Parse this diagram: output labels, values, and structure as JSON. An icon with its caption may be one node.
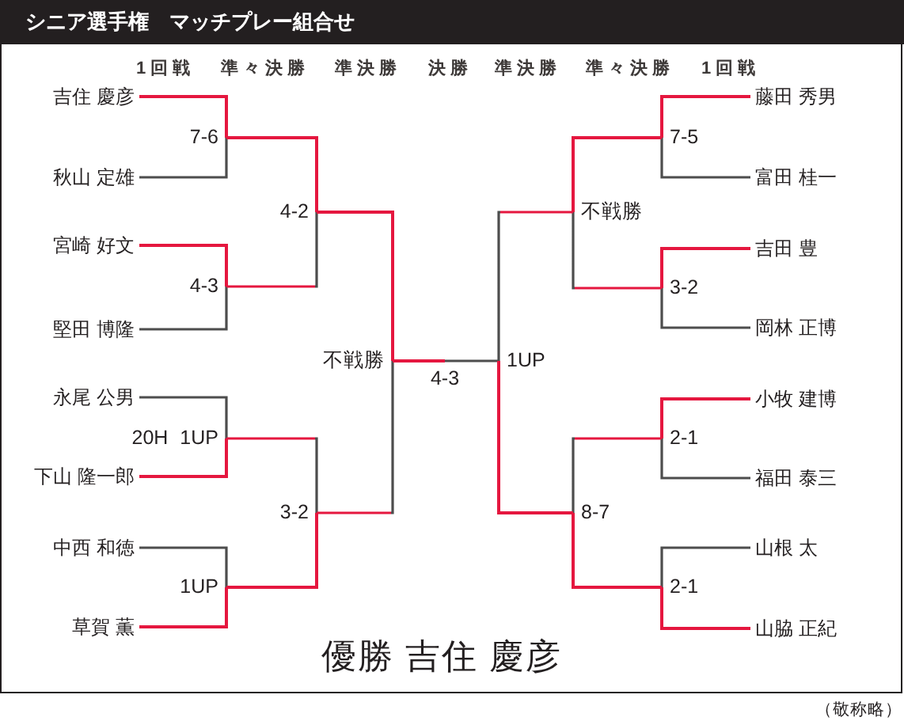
{
  "diagram": {
    "title": "シニア選手権　マッチプレー組合せ",
    "nodes": [
      {
        "text": [
          "吉住 慶彦"
        ]
      },
      {
        "text": [
          "秋山 定雄"
        ]
      },
      {
        "text": [
          "宮崎 好文"
        ]
      },
      {
        "text": [
          "堅田 博隆"
        ]
      },
      {
        "text": [
          "永尾 公男"
        ]
      },
      {
        "text": [
          "下山 隆一郎"
        ]
      },
      {
        "text": [
          "中西 和徳"
        ]
      },
      {
        "text": [
          "草賀 薫"
        ]
      },
      {
        "text": [
          "藤田 秀男"
        ]
      },
      {
        "text": [
          "富田 桂一"
        ]
      },
      {
        "text": [
          "吉田 豊"
        ]
      },
      {
        "text": [
          "岡林 正博"
        ]
      },
      {
        "text": [
          "小牧 建博"
        ]
      },
      {
        "text": [
          "福田 泰三"
        ]
      },
      {
        "text": [
          "山根 太"
        ]
      },
      {
        "text": [
          "山脇 正紀"
        ]
      },
      {
        "text": [
          "7-6"
        ]
      },
      {
        "text": [
          "4-3"
        ]
      },
      {
        "text": [
          "20H 1UP"
        ]
      },
      {
        "text": [
          "1UP"
        ]
      },
      {
        "text": [
          "4-2"
        ]
      },
      {
        "text": [
          "3-2"
        ]
      },
      {
        "text": [
          "不戦勝"
        ]
      },
      {
        "text": [
          "4-3"
        ]
      },
      {
        "text": [
          "1UP"
        ]
      },
      {
        "text": [
          "不戦勝"
        ]
      },
      {
        "text": [
          "8-7"
        ]
      },
      {
        "text": [
          "7-5"
        ]
      },
      {
        "text": [
          "3-2"
        ]
      },
      {
        "text": [
          "2-1"
        ]
      },
      {
        "text": [
          "2-1"
        ]
      }
    ],
    "edges": [
      {
        "from": 0,
        "to": 16,
        "arrow": "none",
        "color": "#e5173f"
      },
      {
        "from": 1,
        "to": 16,
        "arrow": "none",
        "color": "#4d4d4d"
      },
      {
        "from": 2,
        "to": 17,
        "arrow": "none",
        "color": "#e5173f"
      },
      {
        "from": 3,
        "to": 17,
        "arrow": "none",
        "color": "#4d4d4d"
      },
      {
        "from": 4,
        "to": 18,
        "arrow": "none",
        "color": "#4d4d4d"
      },
      {
        "from": 5,
        "to": 18,
        "arrow": "none",
        "color": "#e5173f"
      },
      {
        "from": 6,
        "to": 19,
        "arrow": "none",
        "color": "#4d4d4d"
      },
      {
        "from": 7,
        "to": 19,
        "arrow": "none",
        "color": "#e5173f"
      },
      {
        "from": 16,
        "to": 20,
        "arrow": "none",
        "color": "#e5173f"
      },
      {
        "from": 17,
        "to": 20,
        "arrow": "none",
        "color": "#4d4d4d"
      },
      {
        "from": 18,
        "to": 21,
        "arrow": "none",
        "color": "#4d4d4d"
      },
      {
        "from": 19,
        "to": 21,
        "arrow": "none",
        "color": "#e5173f"
      },
      {
        "from": 20,
        "to": 22,
        "arrow": "none",
        "color": "#e5173f"
      },
      {
        "from": 21,
        "to": 22,
        "arrow": "none",
        "color": "#4d4d4d"
      },
      {
        "from": 22,
        "to": 23,
        "arrow": "none",
        "color": "#e5173f"
      },
      {
        "from": 24,
        "to": 23,
        "arrow": "none",
        "color": "#4d4d4d"
      },
      {
        "from": 8,
        "to": 27,
        "arrow": "none",
        "color": "#e5173f"
      },
      {
        "from": 9,
        "to": 27,
        "arrow": "none",
        "color": "#4d4d4d"
      },
      {
        "from": 10,
        "to": 28,
        "arrow": "none",
        "color": "#e5173f"
      },
      {
        "from": 11,
        "to": 28,
        "arrow": "none",
        "color": "#4d4d4d"
      },
      {
        "from": 12,
        "to": 29,
        "arrow": "none",
        "color": "#e5173f"
      },
      {
        "from": 13,
        "to": 29,
        "arrow": "none",
        "color": "#4d4d4d"
      },
      {
        "from": 14,
        "to": 30,
        "arrow": "none",
        "color": "#4d4d4d"
      },
      {
        "from": 15,
        "to": 30,
        "arrow": "none",
        "color": "#e5173f"
      },
      {
        "from": 27,
        "to": 25,
        "arrow": "none",
        "color": "#e5173f"
      },
      {
        "from": 28,
        "to": 25,
        "arrow": "none",
        "color": "#4d4d4d"
      },
      {
        "from": 29,
        "to": 26,
        "arrow": "none",
        "color": "#4d4d4d"
      },
      {
        "from": 30,
        "to": 26,
        "arrow": "none",
        "color": "#e5173f"
      },
      {
        "from": 25,
        "to": 24,
        "arrow": "none",
        "color": "#4d4d4d"
      },
      {
        "from": 26,
        "to": 24,
        "arrow": "none",
        "color": "#e5173f"
      }
    ],
    "labels": [
      "1回戦",
      "準々決勝",
      "準決勝",
      "決勝",
      "準決勝",
      "準々決勝",
      "1回戦",
      "優勝 吉住 慶彦",
      "（敬称略）"
    ]
  }
}
